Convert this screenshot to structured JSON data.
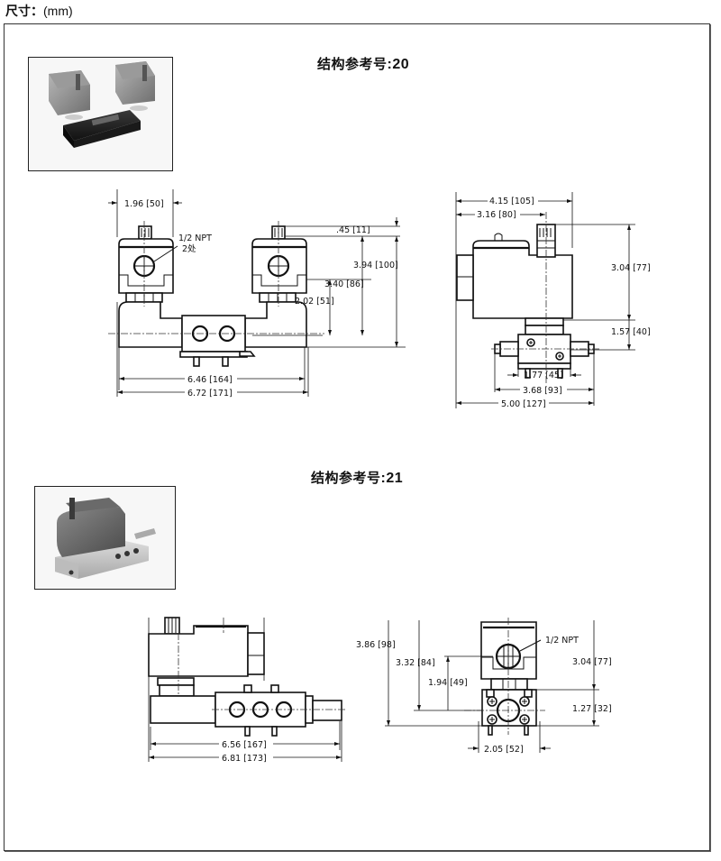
{
  "header": {
    "label": "尺寸：",
    "unit": "(mm)"
  },
  "sections": [
    {
      "title_prefix": "结构参考号",
      "title_number": ":20",
      "photo_alt": "Dual-solenoid valve assembly photo",
      "front_view": {
        "callout": "1/2  NPT",
        "callout_note": "2处",
        "dims": {
          "solenoid_width": "1.96 [50]",
          "top_cap": ".45 [11]",
          "overall_height": "3.94 [100]",
          "port_to_top": "3.40 [86]",
          "port_height": "2.02 [51]",
          "inner_length": "6.46 [164]",
          "overall_length": "6.72 [171]"
        }
      },
      "side_view": {
        "dims": {
          "overall_depth": "4.15 [105]",
          "center_offset": "3.16 [80]",
          "height": "3.04 [77]",
          "body_height": "1.57 [40]",
          "body_width": "1.77 [45]",
          "fitting_width": "3.68 [93]",
          "overall_width": "5.00 [127]"
        }
      }
    },
    {
      "title_prefix": "结构参考号",
      "title_number": ":21",
      "photo_alt": "Single-solenoid valve photo",
      "front_view": {
        "dims": {
          "inner_length": "6.56 [167]",
          "overall_length": "6.81 [173]"
        }
      },
      "side_view": {
        "callout": "1/2  NPT",
        "dims": {
          "overall_height": "3.86 [98]",
          "port_to_top": "3.32 [84]",
          "port_height": "1.94 [49]",
          "coil_height": "3.04 [77]",
          "base_height": "1.27 [32]",
          "base_width": "2.05 [52]"
        }
      }
    }
  ]
}
